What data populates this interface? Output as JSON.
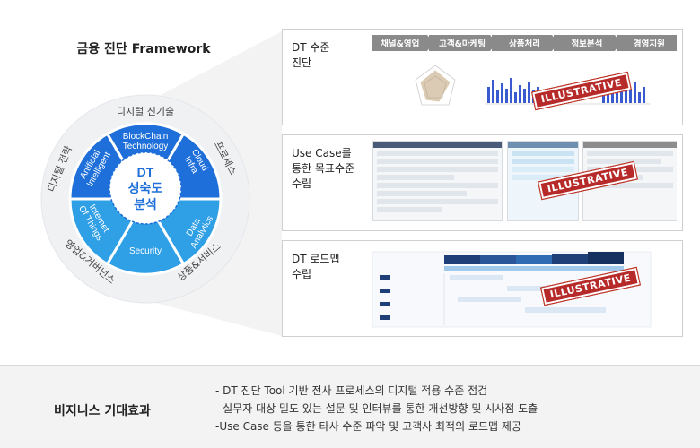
{
  "framework": {
    "title": "금융 진단 Framework",
    "center": {
      "line1": "DT",
      "line2": "성숙도",
      "line3": "분석"
    },
    "inner_segments": [
      {
        "label": "BlockChain Technology",
        "color": "#1e6fd9"
      },
      {
        "label": "Cloud Infra",
        "color": "#1e6fd9"
      },
      {
        "label": "Data Analytics",
        "color": "#2f9fe6"
      },
      {
        "label": "Security",
        "color": "#2f9fe6"
      },
      {
        "label": "Internet Of Things",
        "color": "#2f9fe6"
      },
      {
        "label": "Artificial Intelligent",
        "color": "#1e6fd9"
      }
    ],
    "outer_labels": [
      "디지털 신기술",
      "프로세스",
      "상품&서비스",
      "영업&거버넌스",
      "디지털 전략"
    ]
  },
  "panels": [
    {
      "label": "DT 수준\n진단",
      "stages": [
        "채널&영업",
        "고객&마케팅",
        "상품처리",
        "정보분석",
        "경영지원"
      ],
      "stamp": "ILLUSTRATIVE"
    },
    {
      "label": "Use Case를\n통한 목표수준\n수립",
      "stamp": "ILLUSTRATIVE"
    },
    {
      "label": "DT 로드맵\n수립",
      "stamp": "ILLUSTRATIVE"
    }
  ],
  "bottom": {
    "title": "비지니스 기대효과",
    "effects": [
      "- DT 진단 Tool 기반 전사 프로세스의 디지털 적용 수준 점검",
      "- 실무자 대상 밀도 있는 설문 및 인터뷰를 통한 개선방향 및 시사점 도출",
      " -Use Case 등을 통한 타사 수준 파악 및 고객사 최적의 로드맵 제공"
    ]
  },
  "colors": {
    "dark_blue": "#1e6fd9",
    "light_blue": "#2f9fe6",
    "stamp_red": "#b72a2a",
    "stage_gray": "#8a8a8a"
  }
}
